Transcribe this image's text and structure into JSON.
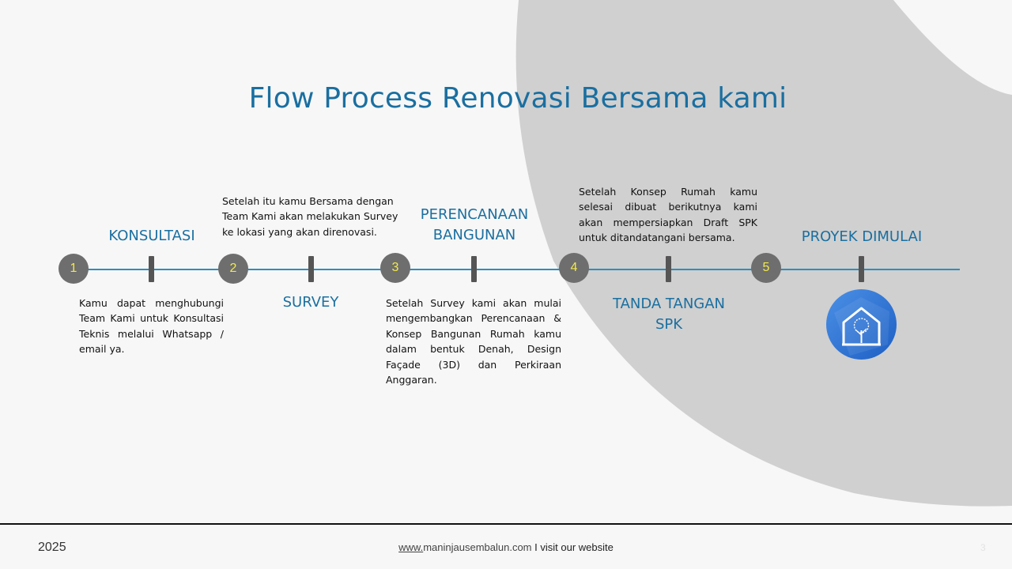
{
  "title": "Flow Process Renovasi Bersama kami",
  "steps": [
    {
      "number": "1",
      "label": "KONSULTASI",
      "description": "Kamu dapat menghubungi Team Kami untuk Konsultasi Teknis melalui Whatsapp / email ya."
    },
    {
      "number": "2",
      "label": "SURVEY",
      "description": "Setelah itu kamu Bersama dengan Team Kami akan melakukan Survey ke lokasi yang akan direnovasi."
    },
    {
      "number": "3",
      "label": "PERENCANAAN BANGUNAN",
      "description": "Setelah Survey kami akan mulai mengembangkan Perencanaan & Konsep Bangunan Rumah kamu dalam bentuk Denah, Design Façade (3D) dan Perkiraan Anggaran."
    },
    {
      "number": "4",
      "label": "TANDA TANGAN SPK",
      "description": "Setelah Konsep Rumah kamu selesai dibuat berikutnya kami akan mempersiapkan Draft SPK untuk ditandatangani bersama."
    },
    {
      "number": "5",
      "label": "PROYEK DIMULAI"
    }
  ],
  "footer": {
    "year": "2025",
    "url_prefix": "www.",
    "url_domain": "maninjausembalun.com",
    "separator": " I ",
    "cta": "visit our website",
    "page_number": "3"
  },
  "colors": {
    "accent": "#1a6fa0",
    "line": "#2b8fbf",
    "circle": "#6e6e6e",
    "number": "#f3e94a",
    "shape": "#d0d0d0"
  },
  "icons": {
    "logo": "house-tree-icon"
  }
}
